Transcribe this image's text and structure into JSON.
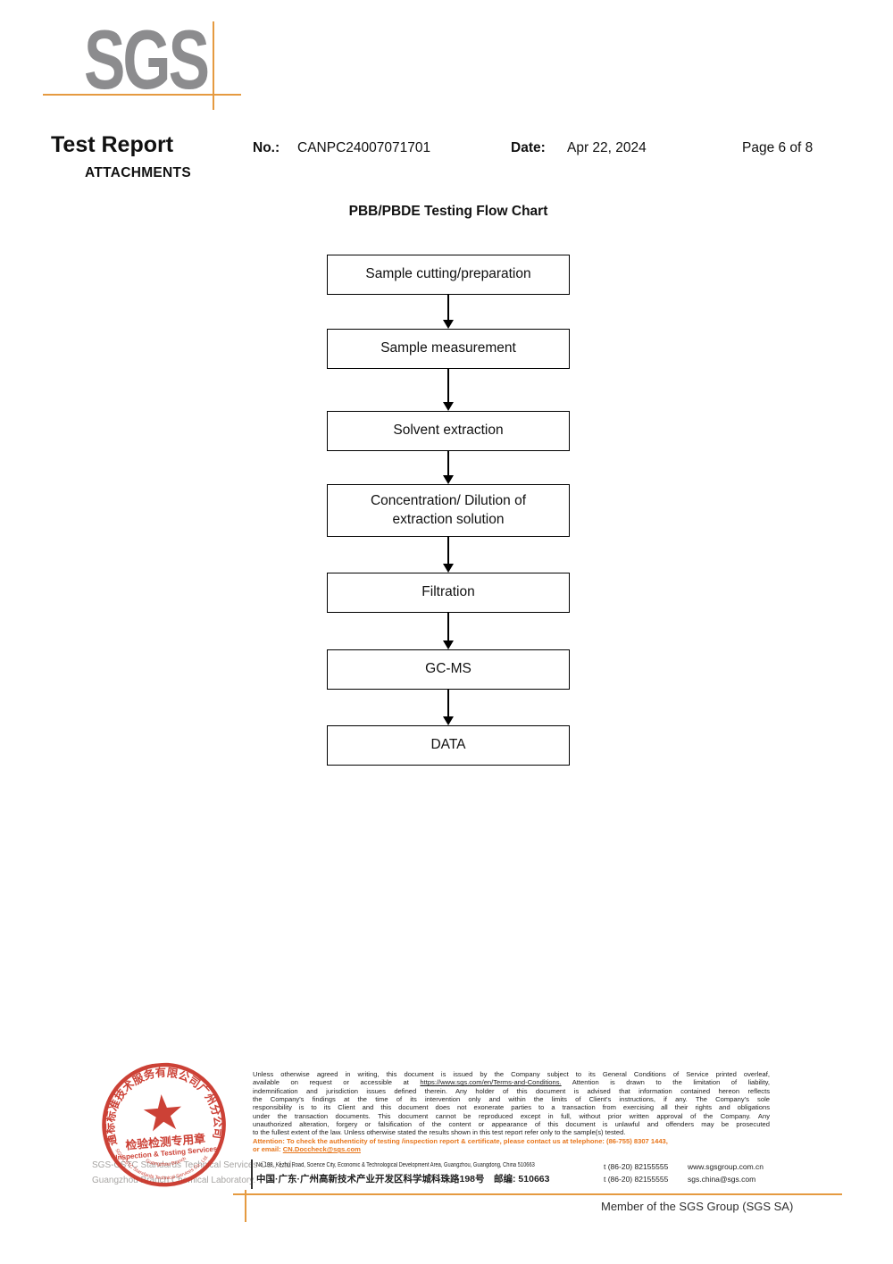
{
  "page": {
    "logo_text": "SGS",
    "title": "Test Report",
    "subtitle": "ATTACHMENTS",
    "no_label": "No.:",
    "no_value": "CANPC24007071701",
    "date_label": "Date:",
    "date_value": "Apr 22, 2024",
    "page_label": "Page 6 of 8"
  },
  "flowchart": {
    "title": "PBB/PBDE Testing Flow Chart",
    "steps": [
      "Sample cutting/preparation",
      "Sample measurement",
      "Solvent extraction",
      "Concentration/ Dilution of extraction solution",
      "Filtration",
      "GC-MS",
      "DATA"
    ]
  },
  "stamp": {
    "arc_top_cn": "通标标准技术服务有限公司广州分公司",
    "star": "★",
    "center_cn": "检验检测专用章",
    "center_en": "Inspection & Testing Services",
    "arc_bottom_en": "SGS-CSTC Standards Technical Services Co., Ltd.",
    "arc_bottom_en2": "Guangzhou Branch"
  },
  "footer": {
    "company_line1": "SGS-CSTC Standards Technical Services Co., Ltd.",
    "company_line2": "Guangzhou Branch Chemical Laboratory.",
    "legal": {
      "line1": "Unless otherwise agreed in writing, this document is issued by the Company subject to its General Conditions of Service printed overleaf,",
      "line2_pre": "available on request or accessible at ",
      "line2_url": "https://www.sgs.com/en/Terms-and-Conditions.",
      "line2_post": " Attention is drawn to the limitation of liability,",
      "line3": "indemnification and jurisdiction issues defined therein. Any holder of this document is advised that information contained hereon reflects",
      "line4": "the Company's findings at the time of its intervention only and within the limits of Client's instructions, if any. The Company's sole",
      "line5": "responsibility is to its Client and this document does not exonerate parties to a transaction from exercising all their rights and obligations",
      "line6": "under the transaction documents. This document cannot be reproduced except in full, without prior written approval of the Company. Any",
      "line7": "unauthorized alteration, forgery or falsification of the content or appearance of this document is unlawful and offenders may be prosecuted",
      "line8": "to the fullest extent of the law. Unless otherwise stated the results shown in this test report refer only to the sample(s) tested.",
      "attention_line1": "Attention: To check the authenticity of testing /inspection report & certificate, please contact us at telephone: (86-755) 8307 1443,",
      "attention_email_label": "or email: ",
      "attention_email": "CN.Doccheck@sgs.com"
    },
    "address_en": "No.198, Kezhu Road, Science City, Economic & Technological Development Area, Guangzhou, Guangdong, China 510663",
    "address_cn": "中国·广东·广州高新技术产业开发区科学城科珠路198号　邮编: 510663",
    "tel1": "t (86-20) 82155555",
    "web": "www.sgsgroup.com.cn",
    "tel2": "t (86-20) 82155555",
    "email": "sgs.china@sgs.com",
    "member": "Member of the SGS Group (SGS SA)"
  },
  "colors": {
    "accent_orange": "#E59A40",
    "attention_orange": "#E8761B",
    "stamp_red": "#C93327",
    "logo_gray": "#8C8C8E"
  }
}
